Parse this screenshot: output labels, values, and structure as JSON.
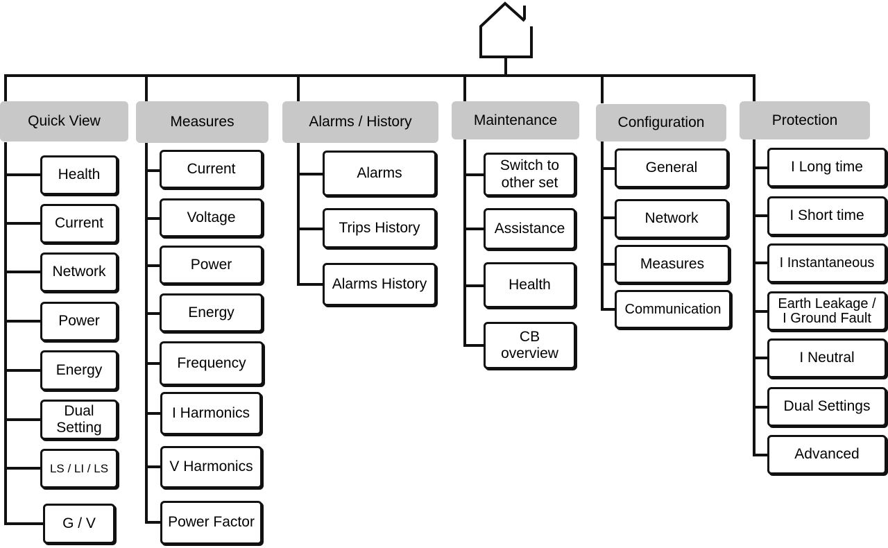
{
  "root": {
    "icon": "home-icon"
  },
  "columns": [
    {
      "title": "Quick View",
      "items": [
        "Health",
        "Current",
        "Network",
        "Power",
        "Energy",
        "Dual\nSetting",
        "LS / LI / LS",
        "G / V"
      ]
    },
    {
      "title": "Measures",
      "items": [
        "Current",
        "Voltage",
        "Power",
        "Energy",
        "Frequency",
        "I Harmonics",
        "V Harmonics",
        "Power Factor"
      ]
    },
    {
      "title": "Alarms / History",
      "items": [
        "Alarms",
        "Trips History",
        "Alarms History"
      ]
    },
    {
      "title": "Maintenance",
      "items": [
        "Switch to\nother set",
        "Assistance",
        "Health",
        "CB\noverview"
      ]
    },
    {
      "title": "Configuration",
      "items": [
        "General",
        "Network",
        "Measures",
        "Communication"
      ]
    },
    {
      "title": "Protection",
      "items": [
        "I Long time",
        "I Short time",
        "I Instantaneous",
        "Earth Leakage /\nI Ground Fault",
        "I Neutral",
        "Dual Settings",
        "Advanced"
      ]
    }
  ]
}
